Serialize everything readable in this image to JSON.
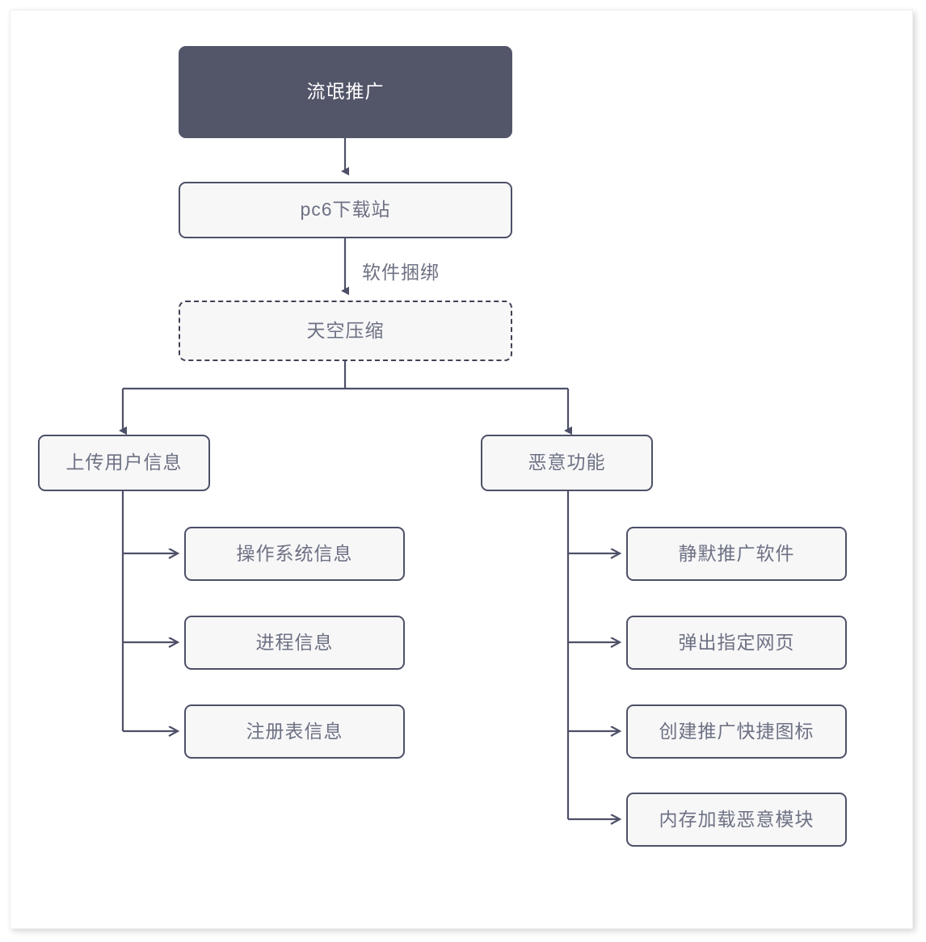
{
  "diagram": {
    "title_node": {
      "label": "流氓推广",
      "kind": "dark"
    },
    "source_node": {
      "label": "pc6下载站",
      "kind": "light"
    },
    "bundle_edge_label": "软件捆绑",
    "payload_node": {
      "label": "天空压缩",
      "kind": "dashed"
    },
    "branches": [
      {
        "label": "上传用户信息",
        "children": [
          {
            "label": "操作系统信息"
          },
          {
            "label": "进程信息"
          },
          {
            "label": "注册表信息"
          }
        ]
      },
      {
        "label": "恶意功能",
        "children": [
          {
            "label": "静默推广软件"
          },
          {
            "label": "弹出指定网页"
          },
          {
            "label": "创建推广快捷图标"
          },
          {
            "label": "内存加载恶意模块"
          }
        ]
      }
    ]
  },
  "colors": {
    "dark_fill": "#535569",
    "node_fill": "#f7f7f8",
    "node_border": "#4d5067",
    "text": "#6d7183",
    "dark_text": "#ffffff",
    "edge": "#4d5067",
    "canvas": "#ffffff"
  }
}
